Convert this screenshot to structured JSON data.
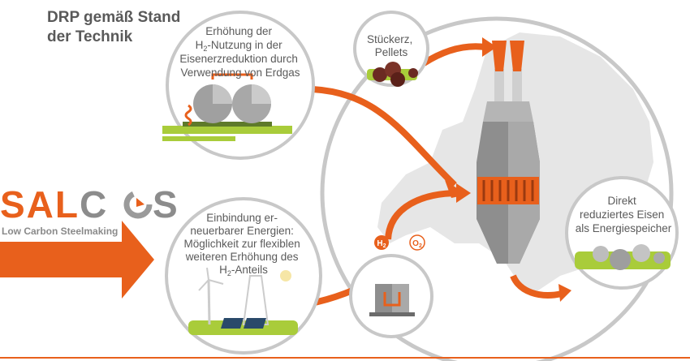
{
  "title": {
    "line1": "DRP gemäß Stand",
    "line2": "der Technik"
  },
  "logo": {
    "name": "SALCOS",
    "part1": "SAL",
    "part2": "C",
    "part3": "S",
    "tagline": "Low Carbon Steelmaking"
  },
  "bubbles": {
    "natural_gas": {
      "line1": "Erhöhung der",
      "line2_pre": "H",
      "line2_sub": "2",
      "line2_post": "-Nutzung in der",
      "line3": "Eisenerzreduktion durch",
      "line4": "Verwendung von Erdgas"
    },
    "ore": {
      "line1": "Stückerz,",
      "line2": "Pellets"
    },
    "renewables": {
      "line1": "Einbindung er-",
      "line2": "neuerbarer Energien:",
      "line3": "Möglichkeit zur flexiblen",
      "line4": "weiteren Erhöhung des",
      "line5_pre": "H",
      "line5_sub": "2",
      "line5_post": "-Anteils"
    },
    "electrolyzer": {
      "h2_pre": "H",
      "h2_sub": "2",
      "o2_pre": "O",
      "o2_sub": "2"
    },
    "dri": {
      "line1": "Direkt",
      "line2": "reduziertes Eisen",
      "line3": "als Energiespeicher"
    }
  },
  "colors": {
    "orange": "#e8601c",
    "gray": "#8c8c8c",
    "green": "#a9cc3a",
    "brown": "#6b2a22"
  }
}
